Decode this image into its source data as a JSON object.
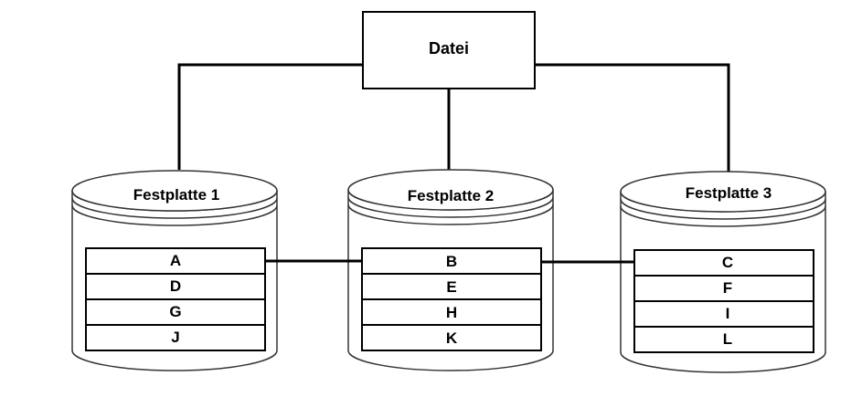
{
  "file": {
    "label": "Datei"
  },
  "disks": [
    {
      "label": "Festplatte 1",
      "blocks": [
        "A",
        "D",
        "G",
        "J"
      ]
    },
    {
      "label": "Festplatte 2",
      "blocks": [
        "B",
        "E",
        "H",
        "K"
      ]
    },
    {
      "label": "Festplatte 3",
      "blocks": [
        "C",
        "F",
        "I",
        "L"
      ]
    }
  ],
  "colors": {
    "stroke": "#000000",
    "disk_stroke": "#333333",
    "fill": "#ffffff"
  }
}
